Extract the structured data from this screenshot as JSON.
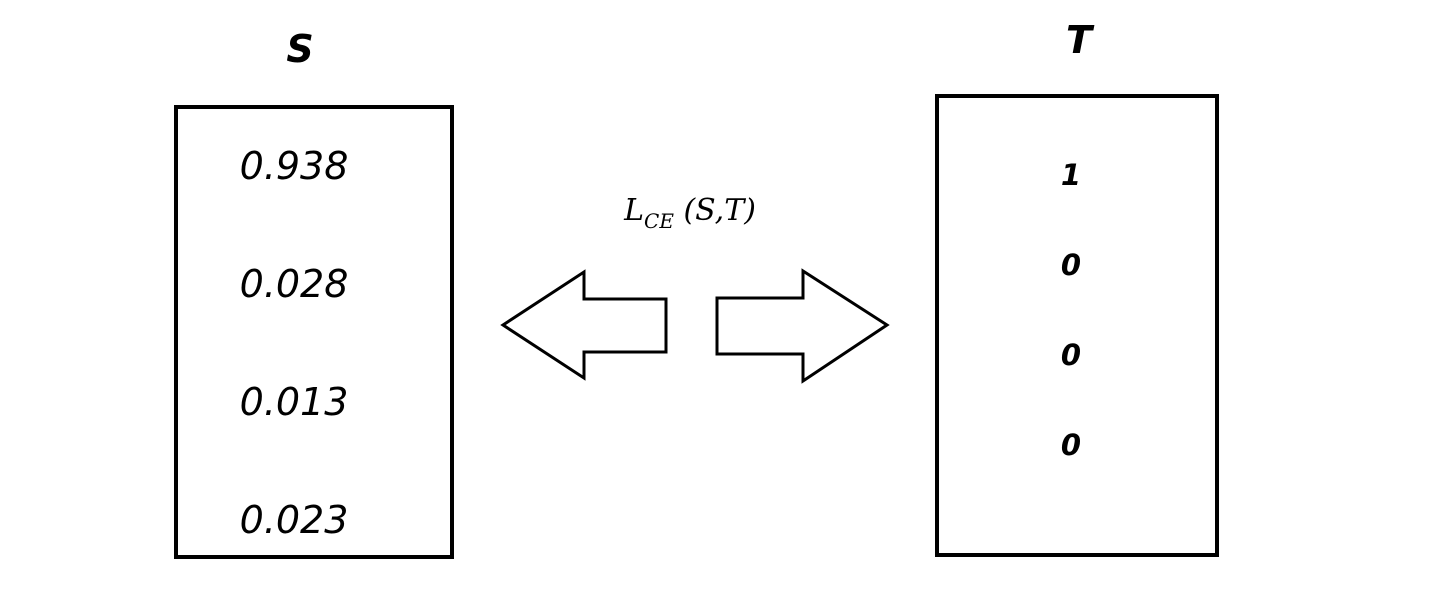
{
  "left_panel": {
    "title": "S",
    "values": [
      "0.938",
      "0.028",
      "0.013",
      "0.023"
    ]
  },
  "right_panel": {
    "title": "T",
    "values": [
      "1",
      "0",
      "0",
      "0"
    ]
  },
  "loss": {
    "symbol": "L",
    "subscript": "CE",
    "args": "(S,T)"
  }
}
